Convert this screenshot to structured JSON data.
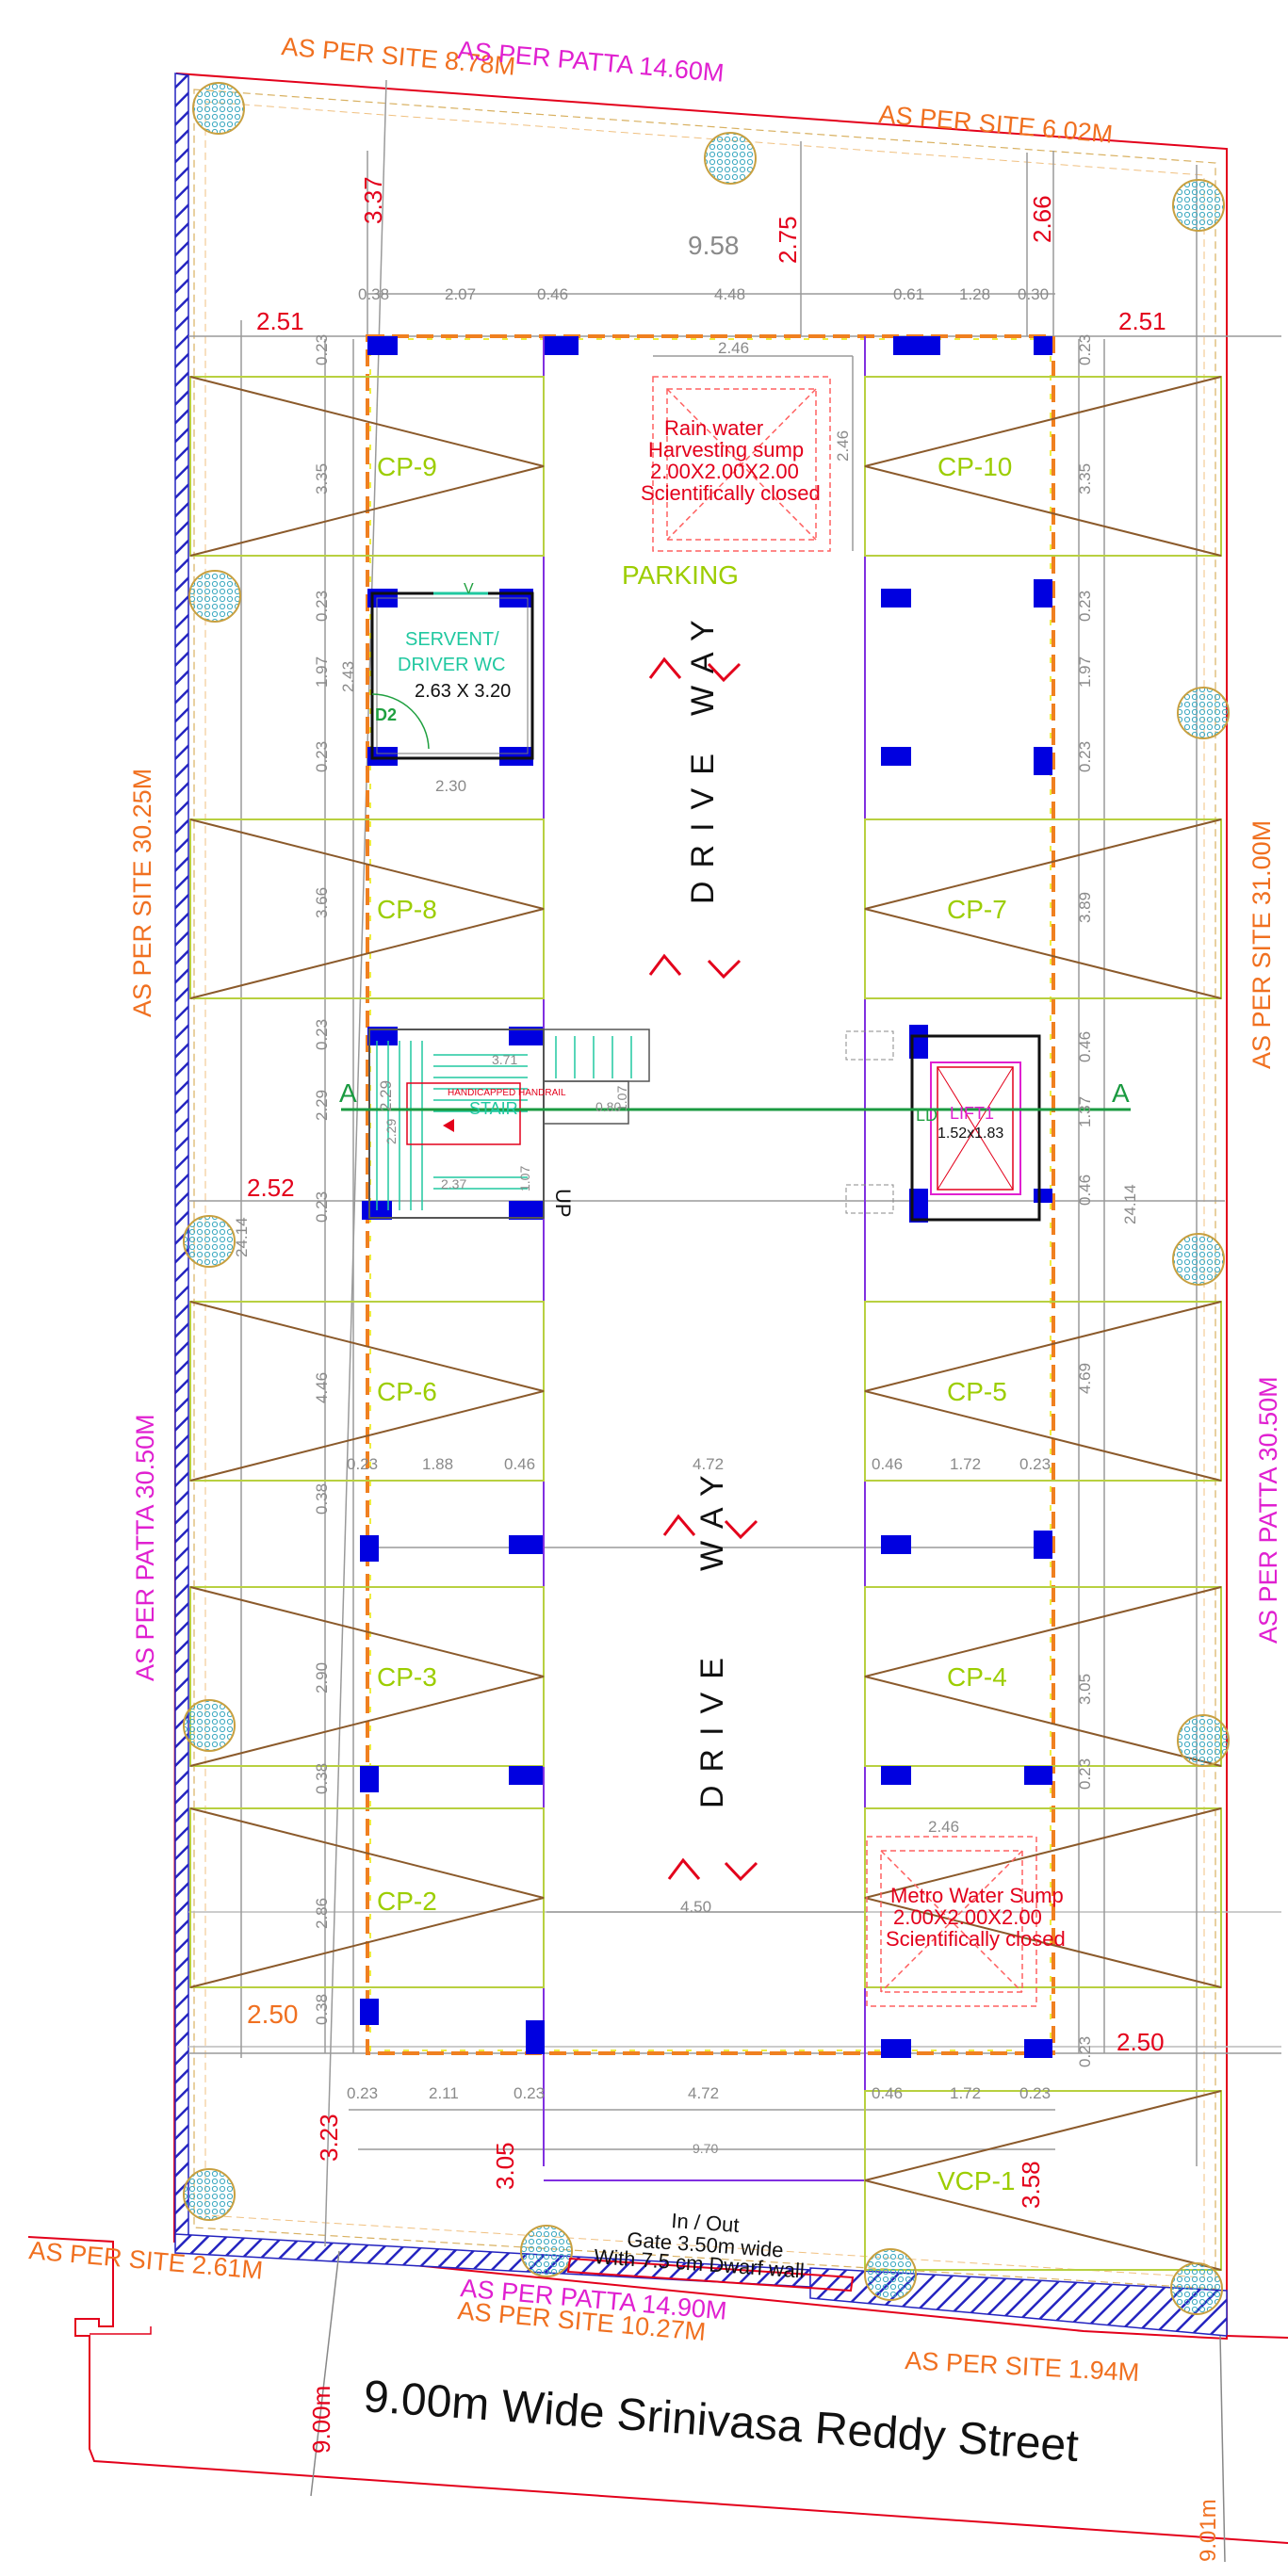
{
  "site_labels": {
    "top_left": "AS PER SITE 8.78M",
    "top_right": "AS PER SITE 6.02M",
    "left": "AS PER SITE 30.25M",
    "right": "AS PER SITE 31.00M",
    "bottom_left": "AS PER SITE 2.61M",
    "bottom_mid": "AS PER SITE 10.27M",
    "bottom_right": "AS PER SITE 1.94M"
  },
  "patta_labels": {
    "top": "AS PER PATTA 14.60M",
    "left": "AS PER PATTA 30.50M",
    "right": "AS PER PATTA 30.50M",
    "bottom": "AS PER PATTA 14.90M"
  },
  "red_dims": {
    "top_left_setback": "3.37",
    "top_mid_setback": "2.75",
    "top_right_setback": "2.66",
    "left_top_side": "2.51",
    "right_top_side": "2.51",
    "left_mid_side": "2.52",
    "left_bottom_side": "2.50",
    "right_bottom_side": "2.50",
    "bottom_left_setback": "3.23",
    "bottom_mid_setback": "3.05",
    "bottom_right_setback": "3.58",
    "road_width_left": "9.00m",
    "road_width_right": "9.01m"
  },
  "grey_dims": {
    "overall_top": "9.58",
    "top_row": [
      "0.38",
      "2.07",
      "0.46",
      "4.48",
      "0.61",
      "1.28",
      "0.30"
    ],
    "mid_row": [
      "0.23",
      "1.88",
      "0.46",
      "4.72",
      "0.46",
      "1.72",
      "0.23"
    ],
    "bottom_row": [
      "0.23",
      "2.11",
      "0.23",
      "4.72",
      "0.46",
      "1.72",
      "0.23"
    ],
    "overall_bottom": "9.70",
    "sump_top_width": "2.46",
    "sump_top_height": "2.46",
    "sump_bottom_width": "2.46",
    "drive_mid": "4.50",
    "wc_width": "2.30",
    "wc_height": "2.43",
    "left_col": [
      "0.23",
      "3.35",
      "0.23",
      "1.97",
      "0.23",
      "3.66",
      "0.23",
      "2.29",
      "0.23",
      "4.46",
      "0.38",
      "2.90",
      "0.38",
      "2.86",
      "0.38"
    ],
    "right_col": [
      "0.23",
      "3.35",
      "0.23",
      "1.97",
      "0.23",
      "3.89",
      "0.46",
      "1.37",
      "0.46",
      "4.69",
      "3.05",
      "0.23",
      "0.23"
    ],
    "left_overall": "24.14",
    "right_overall": "24.14",
    "stair": [
      "3.71",
      "1.07",
      "0.80",
      "2.29",
      "2.37",
      "1.07"
    ],
    "up": "UP"
  },
  "car_parks": [
    "CP-9",
    "CP-10",
    "CP-8",
    "CP-7",
    "CP-6",
    "CP-5",
    "CP-3",
    "CP-4",
    "CP-2",
    "VCP-1"
  ],
  "parking_label": "PARKING",
  "drive_way": {
    "drive": "DRIVE",
    "way": "WAY"
  },
  "rain_sump": [
    "Rain water",
    "Harvesting sump",
    "2.00X2.00X2.00",
    "Scientifically closed"
  ],
  "metro_sump": [
    "Metro Water Sump",
    "2.00X2.00X2.00",
    "Scientifically closed"
  ],
  "wc": {
    "line1": "SERVENT/",
    "line2": "DRIVER WC",
    "size": "2.63 X 3.20",
    "door": "D2",
    "vent": "V"
  },
  "stair": {
    "label": "STAIR",
    "handrail": "HANDICAPPED HANDRAIL"
  },
  "lift": {
    "label": "LIFT1",
    "size": "1.52x1.83",
    "door": "LD"
  },
  "section_marker": "A",
  "gate": [
    "In / Out",
    "Gate 3.50m wide",
    "With 7.5 cm Dwarf wall"
  ],
  "street": "9.00m Wide Srinivasa Reddy Street",
  "colors": {
    "site": "#f07020",
    "patta": "#e020d0",
    "red": "#e3001b",
    "carpark": "#9ccd00",
    "column": "#0000e0",
    "hatch": "#2424c0",
    "teal": "#20c8a0",
    "section": "#1a9a40"
  }
}
